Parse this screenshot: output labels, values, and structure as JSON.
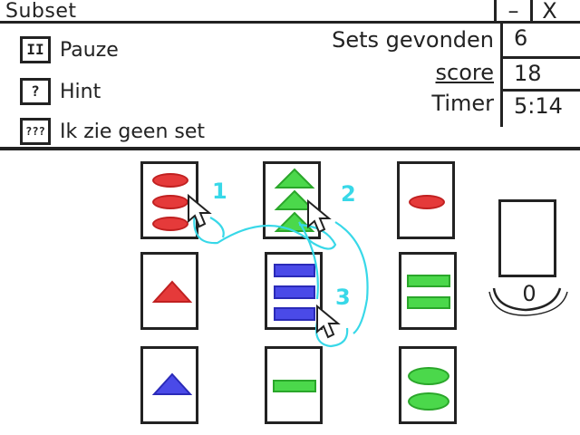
{
  "app": {
    "title": "Subset"
  },
  "window": {
    "minimize": "–",
    "close": "X"
  },
  "controls": [
    {
      "icon": "II",
      "label": "Pauze"
    },
    {
      "icon": "?",
      "label": "Hint"
    },
    {
      "icon": "???",
      "label": "Ik zie geen set"
    }
  ],
  "stats": {
    "sets_label": "Sets gevonden",
    "sets_value": "6",
    "score_label": "score",
    "score_value": "18",
    "timer_label": "Timer",
    "timer_value": "5:14"
  },
  "annotations": [
    "1",
    "2",
    "3"
  ],
  "found": {
    "count": "0"
  },
  "colors": {
    "annotation": "#38d8e8",
    "red": "#e53a3a",
    "green": "#4bd84b",
    "blue": "#4a4ae8"
  },
  "cards": [
    {
      "shape": "oval",
      "color": "red",
      "count": 3
    },
    {
      "shape": "triangle",
      "color": "green",
      "count": 3
    },
    {
      "shape": "oval",
      "color": "red",
      "count": 1
    },
    {
      "shape": "triangle",
      "color": "red",
      "count": 1
    },
    {
      "shape": "rectangle",
      "color": "blue",
      "count": 3
    },
    {
      "shape": "rectangle",
      "color": "green",
      "count": 2
    },
    {
      "shape": "triangle",
      "color": "blue",
      "count": 1
    },
    {
      "shape": "rectangle",
      "color": "green",
      "count": 1
    },
    {
      "shape": "oval",
      "color": "green",
      "count": 2
    }
  ]
}
